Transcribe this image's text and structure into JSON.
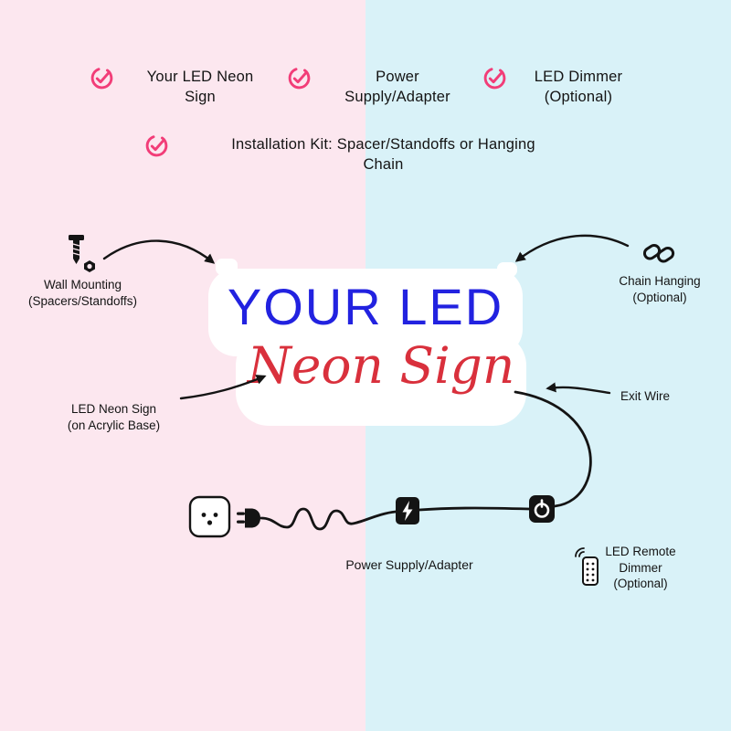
{
  "colors": {
    "bg_left_pink": "#fce7ef",
    "bg_right_blue": "#d9f2f8",
    "accent_pink": "#f23d78",
    "sign_blue": "#2222e0",
    "sign_red": "#d9303c",
    "ink": "#141414"
  },
  "checklist": {
    "items": [
      {
        "line1": "Your LED Neon",
        "line2": "Sign"
      },
      {
        "line1": "Power",
        "line2": "Supply/Adapter"
      },
      {
        "line1": "LED Dimmer",
        "line2": "(Optional)"
      },
      {
        "line1": "Installation Kit: Spacer/Standoffs or Hanging",
        "line2": "Chain"
      }
    ]
  },
  "sign": {
    "line1": "YOUR LED",
    "line2": "Neon Sign"
  },
  "callouts": {
    "wall_mounting": {
      "title": "Wall Mounting",
      "sub": "(Spacers/Standoffs)"
    },
    "chain_hanging": {
      "title": "Chain Hanging",
      "sub": "(Optional)"
    },
    "neon_sign": {
      "title": "LED Neon Sign",
      "sub": "(on Acrylic Base)"
    },
    "exit_wire": {
      "title": "Exit Wire"
    },
    "power_supply": {
      "title": "Power Supply/Adapter"
    },
    "remote": {
      "line1": "LED Remote",
      "line2": "Dimmer",
      "line3": "(Optional)"
    }
  },
  "icons": {
    "check": "circled-checkmark",
    "screw": "mounting-screw-and-standoff",
    "chain": "chain-links",
    "outlet": "wall-socket",
    "plug": "power-plug",
    "adapter": "power-adapter-lightning",
    "dimmer": "inline-dimmer-power-button",
    "remote": "remote-control-with-signal"
  }
}
